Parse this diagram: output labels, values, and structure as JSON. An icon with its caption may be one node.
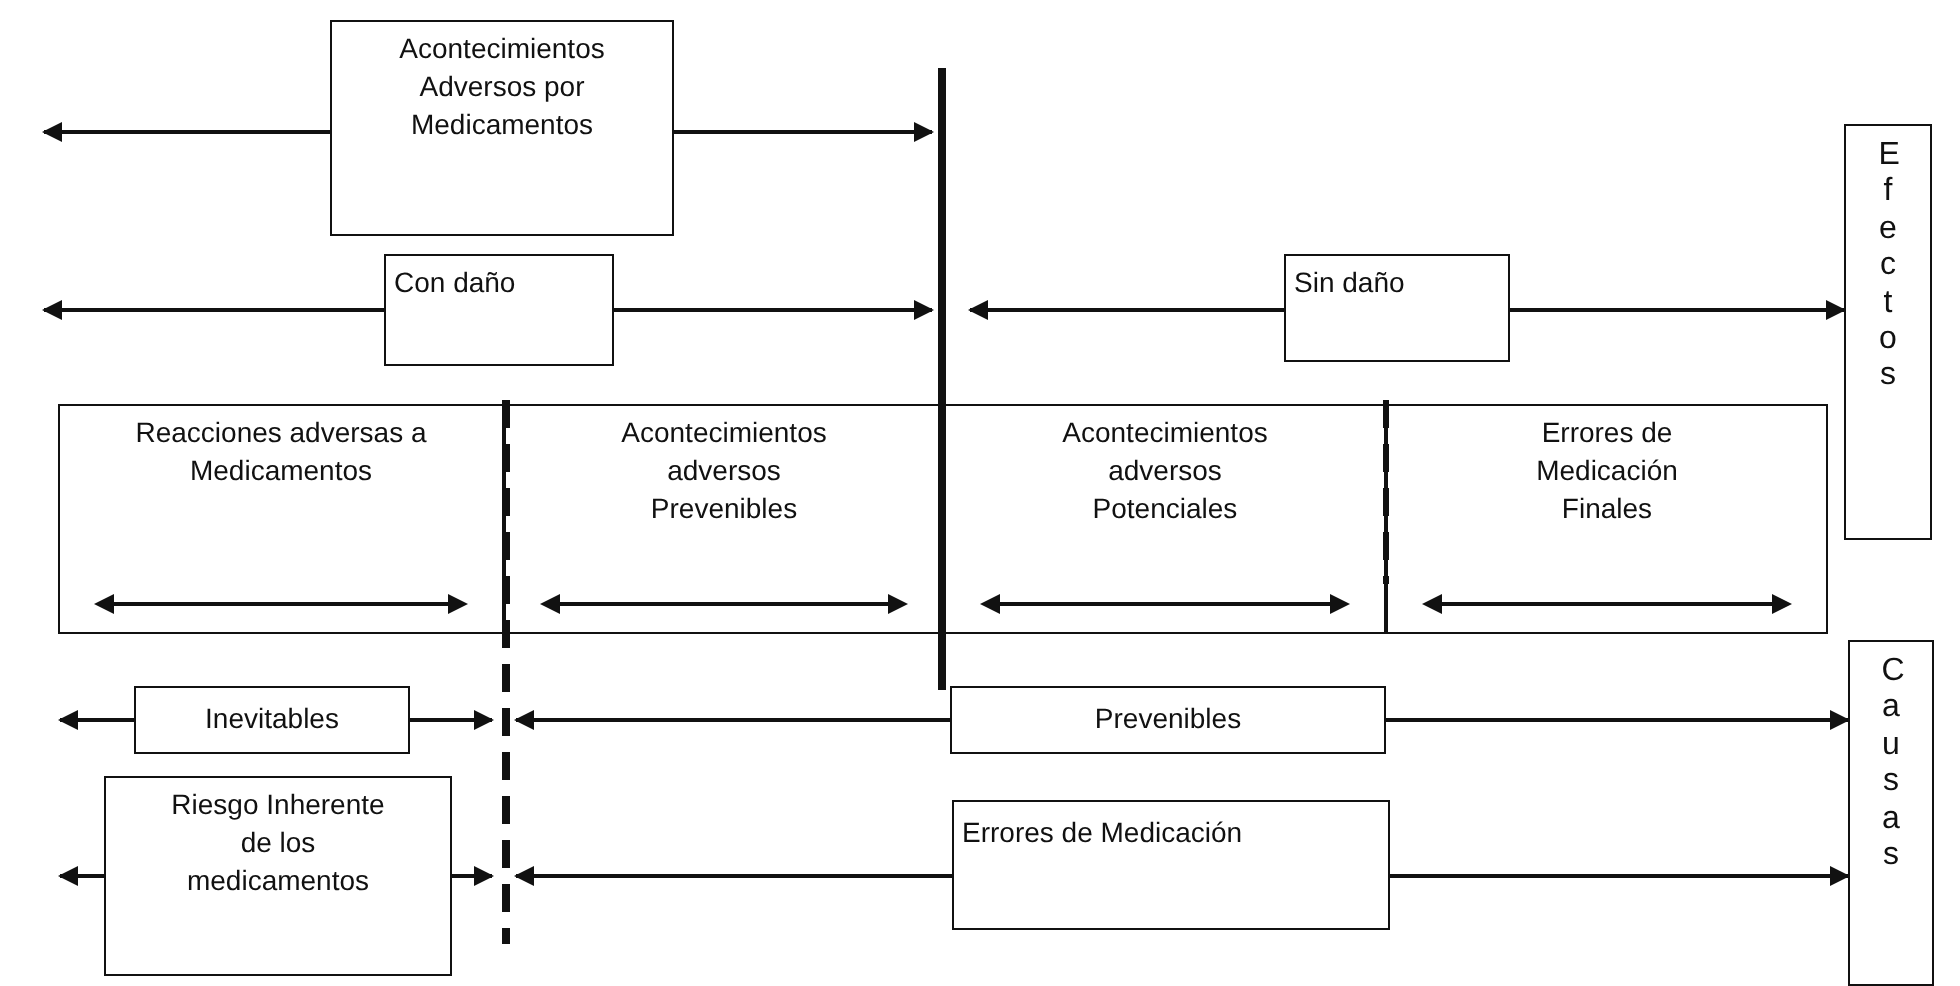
{
  "diagram": {
    "nodes": [
      {
        "text": [
          "Acontecimientos Adversos por Medicamentos"
        ]
      },
      {
        "text": [
          "Con daño"
        ]
      },
      {
        "text": [
          "Sin daño"
        ]
      },
      {
        "text": [
          "Efectos"
        ]
      },
      {
        "text": [
          "Reacciones adversas a Medicamentos"
        ]
      },
      {
        "text": [
          "Acontecimientos adversos Prevenibles"
        ]
      },
      {
        "text": [
          "Acontecimientos adversos Potenciales"
        ]
      },
      {
        "text": [
          "Errores de Medicación Finales"
        ]
      },
      {
        "text": [
          "Causas"
        ]
      },
      {
        "text": [
          "Inevitables"
        ]
      },
      {
        "text": [
          "Prevenibles"
        ]
      },
      {
        "text": [
          "Riesgo Inherente de los medicamentos"
        ]
      },
      {
        "text": [
          "Errores de Medicación"
        ]
      }
    ],
    "edges": [
      {
        "from": 0,
        "to": null,
        "arrow": "to"
      },
      {
        "from": 0,
        "to": null,
        "arrow": "to"
      },
      {
        "from": 1,
        "to": null,
        "arrow": "to"
      },
      {
        "from": 1,
        "to": null,
        "arrow": "to"
      },
      {
        "from": 2,
        "to": null,
        "arrow": "to"
      },
      {
        "from": 2,
        "to": 3,
        "arrow": "to"
      },
      {
        "from": 9,
        "to": null,
        "arrow": "to"
      },
      {
        "from": 9,
        "to": null,
        "arrow": "to"
      },
      {
        "from": 10,
        "to": null,
        "arrow": "to"
      },
      {
        "from": 10,
        "to": 8,
        "arrow": "to"
      },
      {
        "from": 11,
        "to": null,
        "arrow": "to"
      },
      {
        "from": 11,
        "to": null,
        "arrow": "to"
      },
      {
        "from": 12,
        "to": null,
        "arrow": "to"
      },
      {
        "from": 12,
        "to": 8,
        "arrow": "to"
      }
    ]
  }
}
